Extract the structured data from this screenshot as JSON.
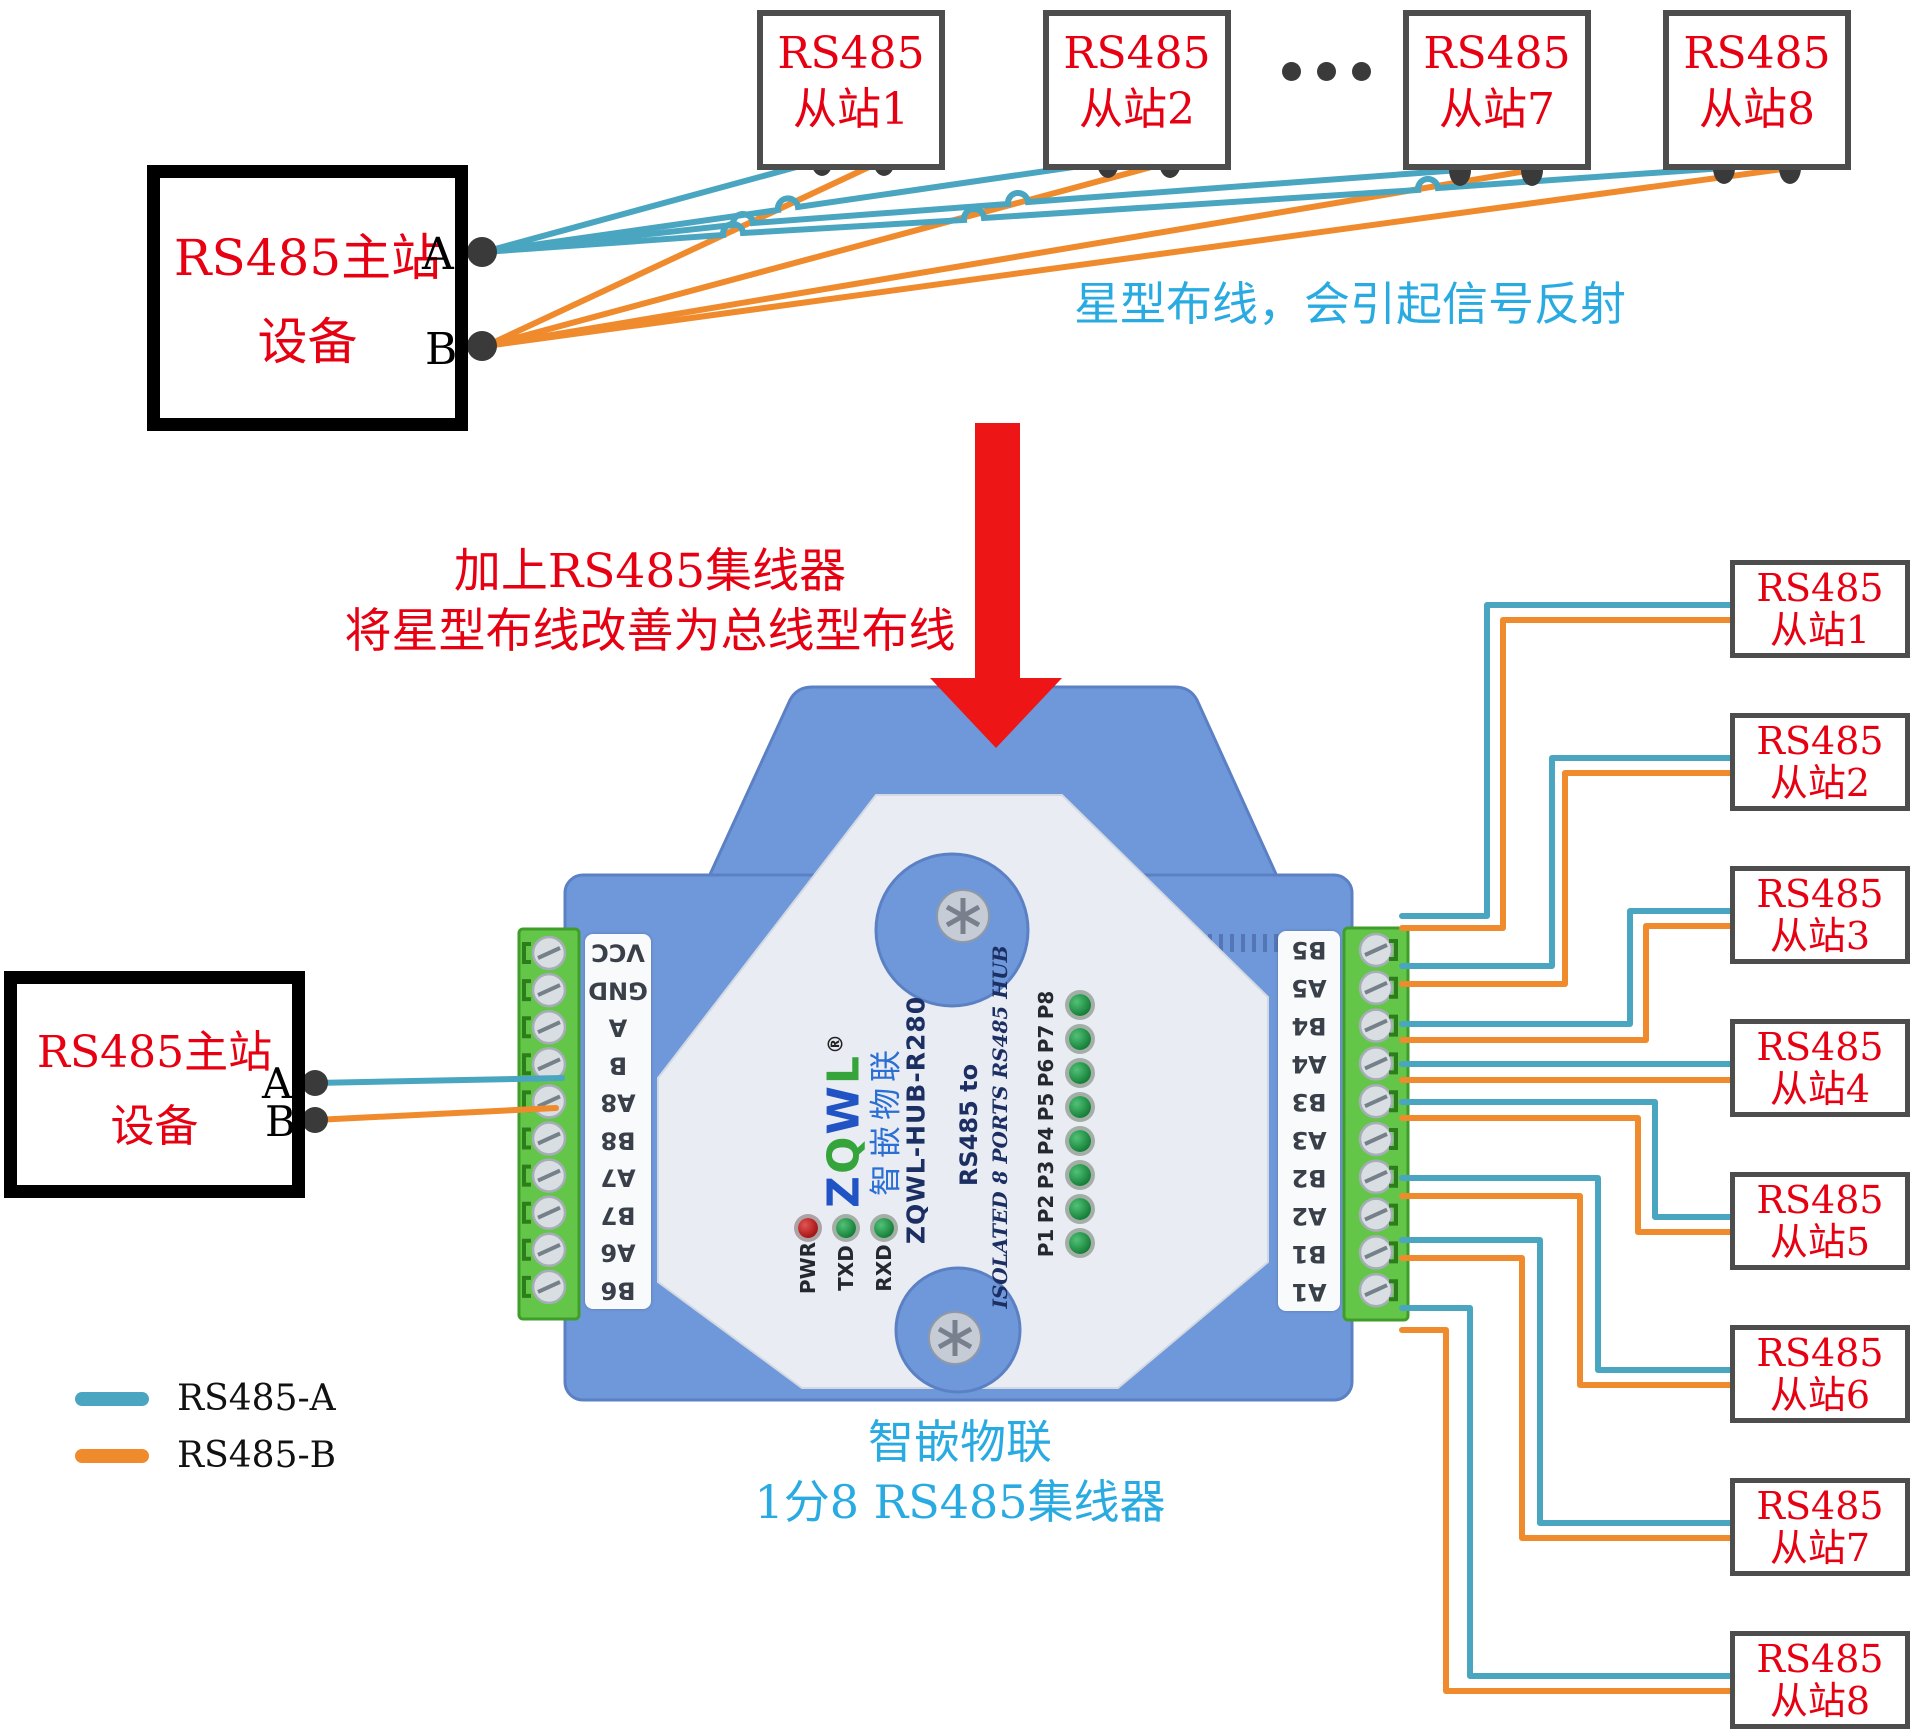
{
  "top_section": {
    "caption": "星型布线，会引起信号反射",
    "master": {
      "title_line1": "RS485主站",
      "title_line2": "设备",
      "port_a": "A",
      "port_b": "B"
    },
    "slaves": [
      {
        "line1": "RS485",
        "line2": "从站1"
      },
      {
        "line1": "RS485",
        "line2": "从站2"
      },
      {
        "line1": "RS485",
        "line2": "从站7"
      },
      {
        "line1": "RS485",
        "line2": "从站8"
      }
    ]
  },
  "transition": {
    "line1": "加上RS485集线器",
    "line2": "将星型布线改善为总线型布线"
  },
  "bottom_section": {
    "master": {
      "title_line1": "RS485主站",
      "title_line2": "设备",
      "port_a": "A",
      "port_b": "B"
    },
    "device": {
      "left_terminals": [
        "VCC",
        "GND",
        "A",
        "B",
        "A8",
        "B8",
        "A7",
        "B7",
        "A6",
        "B6"
      ],
      "right_terminals": [
        "B5",
        "A5",
        "B4",
        "A4",
        "B3",
        "A3",
        "B2",
        "A2",
        "B1",
        "A1"
      ],
      "logo_text": "ZQWL",
      "logo_reg": "®",
      "brand": "智嵌物联",
      "model": "ZQWL-HUB-R280",
      "desc_line1": "RS485 to",
      "desc_line2": "ISOLATED 8 PORTS RS485 HUB",
      "status_leds": [
        "PWR",
        "TXD",
        "RXD"
      ],
      "port_leds": [
        "P1",
        "P2",
        "P3",
        "P4",
        "P5",
        "P6",
        "P7",
        "P8"
      ],
      "caption_line1": "智嵌物联",
      "caption_line2": "1分8 RS485集线器"
    },
    "slaves": [
      {
        "line1": "RS485",
        "line2": "从站1"
      },
      {
        "line1": "RS485",
        "line2": "从站2"
      },
      {
        "line1": "RS485",
        "line2": "从站3"
      },
      {
        "line1": "RS485",
        "line2": "从站4"
      },
      {
        "line1": "RS485",
        "line2": "从站5"
      },
      {
        "line1": "RS485",
        "line2": "从站6"
      },
      {
        "line1": "RS485",
        "line2": "从站7"
      },
      {
        "line1": "RS485",
        "line2": "从站8"
      }
    ],
    "legend": [
      {
        "label": "RS485-A",
        "color": "#4aa6c0"
      },
      {
        "label": "RS485-B",
        "color": "#ef8b2d"
      }
    ]
  }
}
